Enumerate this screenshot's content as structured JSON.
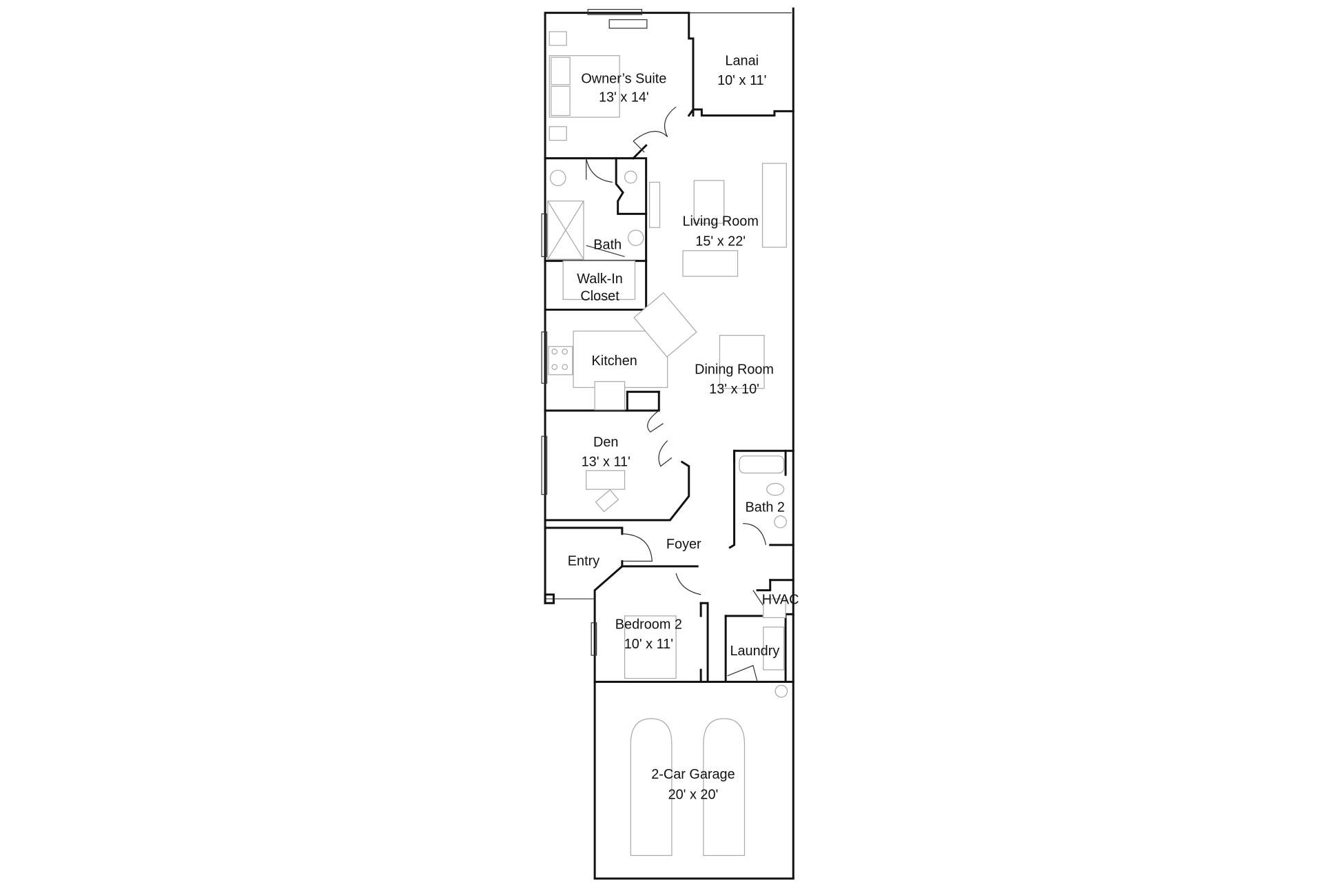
{
  "rooms": {
    "owners_suite": {
      "name": "Owner’s Suite",
      "size": "13' x 14'"
    },
    "lanai": {
      "name": "Lanai",
      "size": "10' x 11'"
    },
    "living_room": {
      "name": "Living Room",
      "size": "15' x 22'"
    },
    "bath": {
      "name": "Bath"
    },
    "walk_in_closet": {
      "name1": "Walk-In",
      "name2": "Closet"
    },
    "kitchen": {
      "name": "Kitchen"
    },
    "dining_room": {
      "name": "Dining Room",
      "size": "13' x 10'"
    },
    "den": {
      "name": "Den",
      "size": "13' x 11'"
    },
    "bath2": {
      "name": "Bath 2"
    },
    "foyer": {
      "name": "Foyer"
    },
    "entry": {
      "name": "Entry"
    },
    "hvac": {
      "name": "HVAC"
    },
    "bedroom2": {
      "name": "Bedroom 2",
      "size": "10' x 11'"
    },
    "laundry": {
      "name": "Laundry"
    },
    "garage": {
      "name": "2-Car Garage",
      "size": "20' x 20'"
    }
  }
}
